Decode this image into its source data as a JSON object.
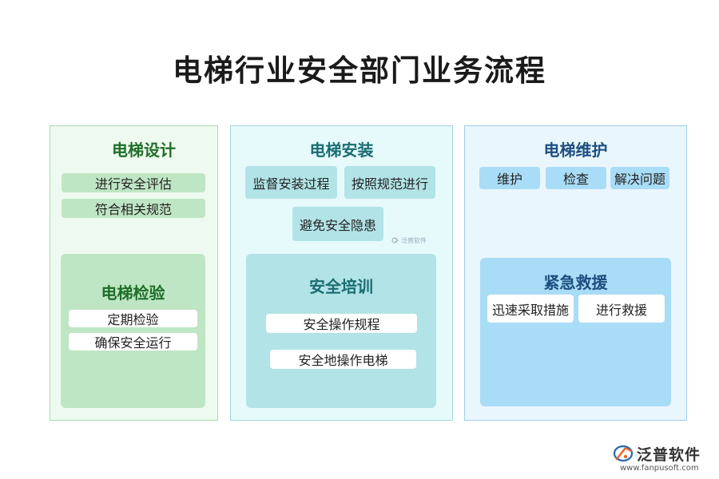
{
  "title": "电梯行业安全部门业务流程",
  "columns": {
    "design": {
      "heading": "电梯设计",
      "items": [
        "进行安全评估",
        "符合相关规范"
      ],
      "sub": {
        "heading": "电梯检验",
        "items": [
          "定期检验",
          "确保安全运行"
        ]
      }
    },
    "install": {
      "heading": "电梯安装",
      "items": [
        "监督安装过程",
        "按照规范进行",
        "避免安全隐患"
      ],
      "sub": {
        "heading": "安全培训",
        "items": [
          "安全操作规程",
          "安全地操作电梯"
        ]
      }
    },
    "maintenance": {
      "heading": "电梯维护",
      "items": [
        "维护",
        "检查",
        "解决问题"
      ],
      "sub": {
        "heading": "紧急救援",
        "items": [
          "迅速采取措施",
          "进行救援"
        ]
      }
    }
  },
  "watermark": {
    "small": "泛普软件"
  },
  "logo": {
    "name": "泛普软件",
    "url": "www.fanpusoft.com"
  },
  "colors": {
    "green": "#bfe6c4",
    "teal": "#b2e3e6",
    "blue": "#a9dcf6",
    "logo_accent": "#e8622a"
  }
}
